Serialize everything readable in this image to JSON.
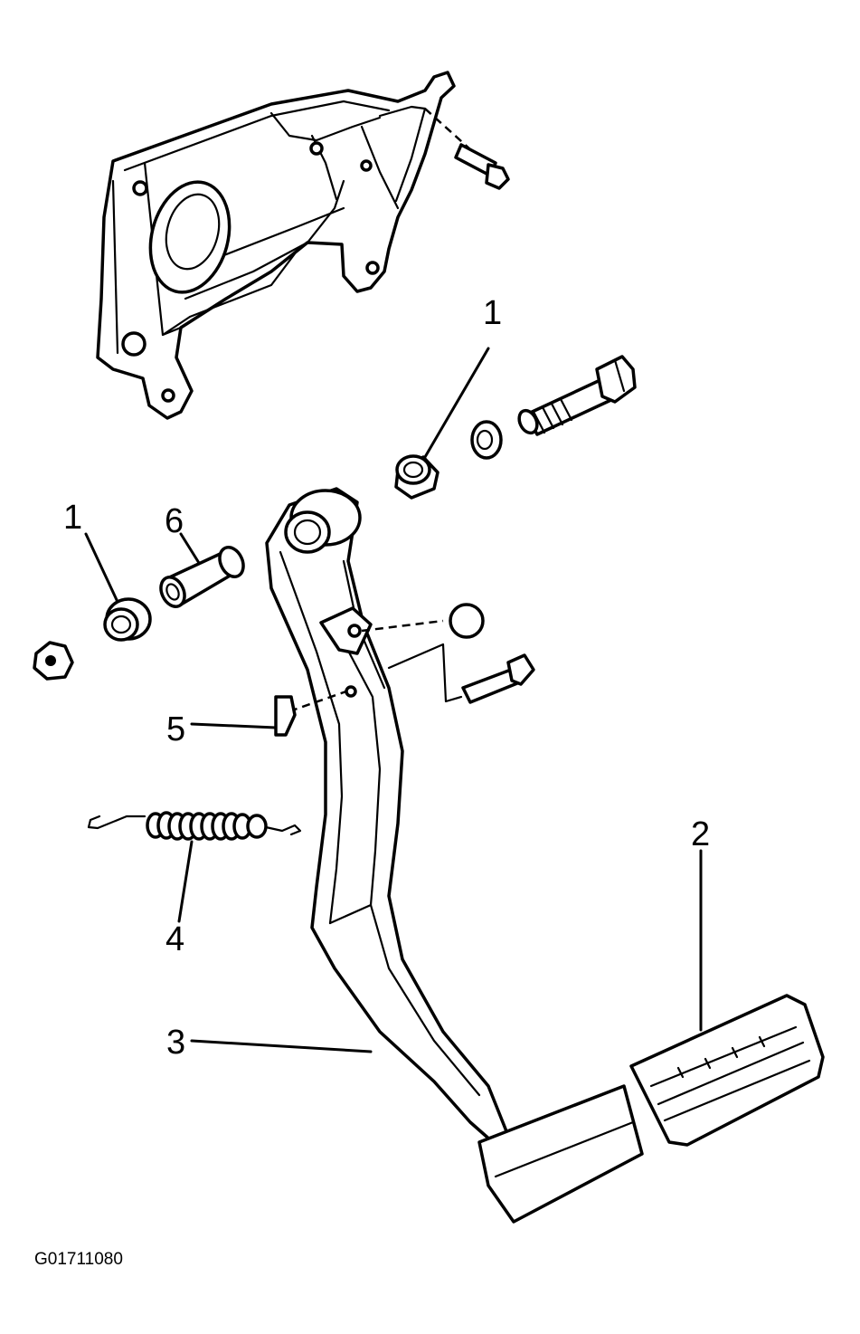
{
  "callouts": [
    {
      "id": "c1a",
      "label": "1"
    },
    {
      "id": "c1b",
      "label": "1"
    },
    {
      "id": "c2",
      "label": "2"
    },
    {
      "id": "c3",
      "label": "3"
    },
    {
      "id": "c4",
      "label": "4"
    },
    {
      "id": "c5",
      "label": "5"
    },
    {
      "id": "c6",
      "label": "6"
    }
  ],
  "figure_id": "G01711080"
}
